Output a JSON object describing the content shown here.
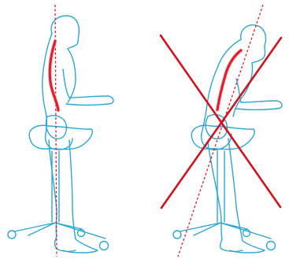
{
  "figures": [
    {
      "id": "correct",
      "marker": "none"
    },
    {
      "id": "incorrect",
      "marker": "cross"
    }
  ],
  "colors": {
    "outline": "#2aa7d6",
    "plumb_line": "#e11d2e",
    "spine": "#e11d2e",
    "cross": "#d1121f"
  }
}
